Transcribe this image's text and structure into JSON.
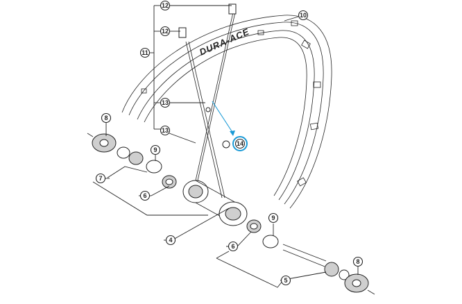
{
  "diagram": {
    "callouts": {
      "c1": "12",
      "c2": "12",
      "c3": "11",
      "c4": "10",
      "c5": "13",
      "c6": "13",
      "c7": "14",
      "c8": "8",
      "c9": "9",
      "c10": "7",
      "c11": "6",
      "c12": "4",
      "c13": "9",
      "c14": "6",
      "c15": "8",
      "c16": "5"
    },
    "rim_brand_text": "DURA-ACE",
    "highlight_color": "#1a9ad6",
    "line_color": "#222222"
  }
}
